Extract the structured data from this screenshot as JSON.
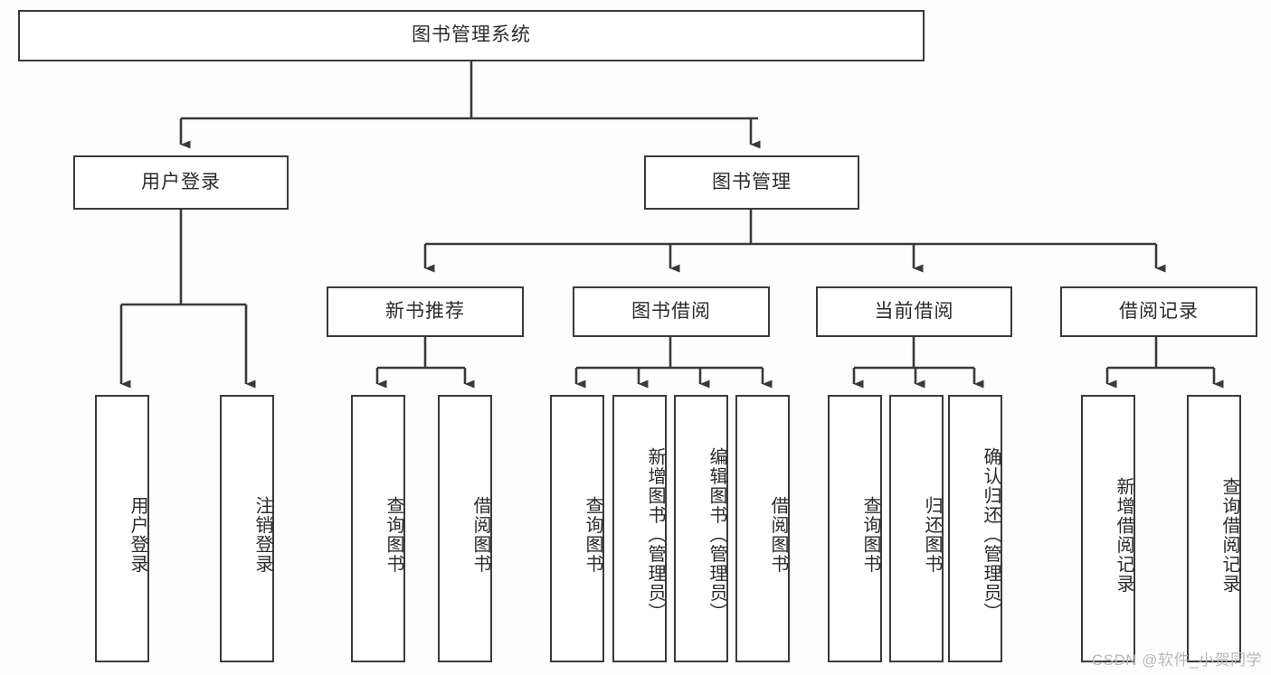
{
  "diagram": {
    "title": "图书管理系统",
    "type": "hierarchy-tree",
    "theme": {
      "background": "#fdfdfd",
      "line_color": "#3a3a3a",
      "box_fill": "#ffffff",
      "text_color": "#2b2b2b",
      "watermark_color": "#b9b9b9"
    },
    "root": {
      "label": "图书管理系统"
    },
    "level2": [
      {
        "label": "用户登录"
      },
      {
        "label": "图书管理"
      }
    ],
    "level3": [
      {
        "label": "新书推荐"
      },
      {
        "label": "图书借阅"
      },
      {
        "label": "当前借阅"
      },
      {
        "label": "借阅记录"
      }
    ],
    "leaves": {
      "user_login": [
        {
          "label": "用户登录"
        },
        {
          "label": "注销登录"
        }
      ],
      "new_book_rec": [
        {
          "label": "查询图书"
        },
        {
          "label": "借阅图书"
        }
      ],
      "book_borrow": [
        {
          "label": "查询图书"
        },
        {
          "label": "新增图书（管理员）"
        },
        {
          "label": "编辑图书（管理员）"
        },
        {
          "label": "借阅图书"
        }
      ],
      "current_borrow": [
        {
          "label": "查询图书"
        },
        {
          "label": "归还图书"
        },
        {
          "label": "确认归还（管理员）"
        }
      ],
      "borrow_record": [
        {
          "label": "新增借阅记录"
        },
        {
          "label": "查询借阅记录"
        }
      ]
    }
  },
  "watermark": {
    "text": "CSDN @软件_小贺同学"
  }
}
